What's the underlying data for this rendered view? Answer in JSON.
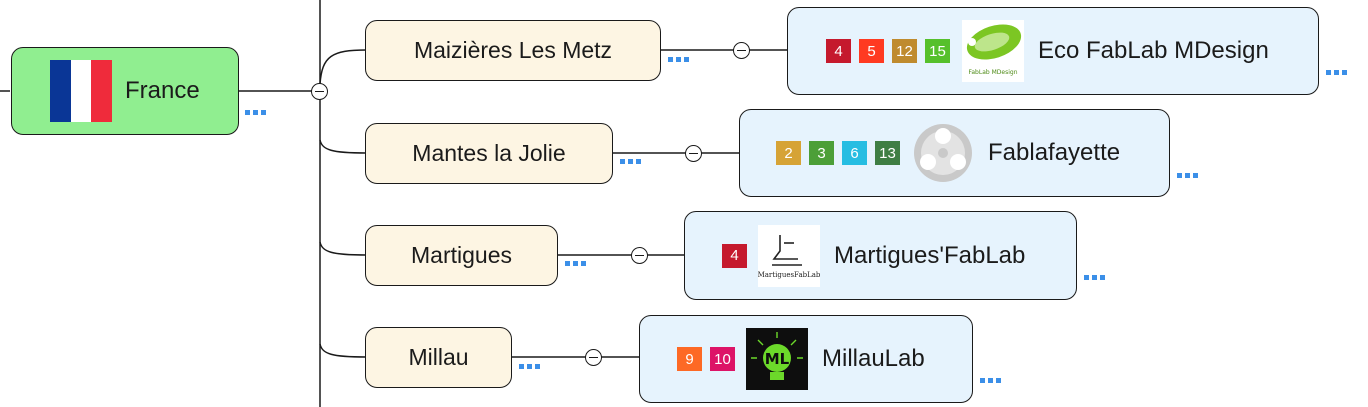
{
  "root": {
    "label": "France"
  },
  "colors": {
    "root_bg": "#90ee90",
    "city_bg": "#fdf5e3",
    "lab_bg": "#e6f3fd",
    "more_indicator": "#3b8fe8",
    "sdg": {
      "2": "#d6a336",
      "3": "#4c9f38",
      "4": "#c5192d",
      "5": "#ff3a21",
      "6": "#26bde2",
      "9": "#fd6925",
      "10": "#dd1367",
      "12": "#bf8b2e",
      "13": "#3f7e44",
      "15": "#56c02b"
    }
  },
  "branches": [
    {
      "city": "Maizières Les Metz",
      "lab": {
        "name": "Eco FabLab MDesign",
        "badges": [
          "4",
          "5",
          "12",
          "15"
        ],
        "logo_icon": "eco-fablab-mdesign-logo-icon",
        "logo_text": "FabLab MDesign"
      }
    },
    {
      "city": "Mantes la Jolie",
      "lab": {
        "name": "Fablafayette",
        "badges": [
          "2",
          "3",
          "6",
          "13"
        ],
        "logo_icon": "fablafayette-logo-icon"
      }
    },
    {
      "city": "Martigues",
      "lab": {
        "name": "Martigues'FabLab",
        "badges": [
          "4"
        ],
        "logo_icon": "martigues-fablab-logo-icon",
        "logo_text": "MartiguesFabLab"
      }
    },
    {
      "city": "Millau",
      "lab": {
        "name": "MillauLab",
        "badges": [
          "9",
          "10"
        ],
        "logo_icon": "millaulab-logo-icon",
        "logo_text": "ML"
      }
    }
  ]
}
